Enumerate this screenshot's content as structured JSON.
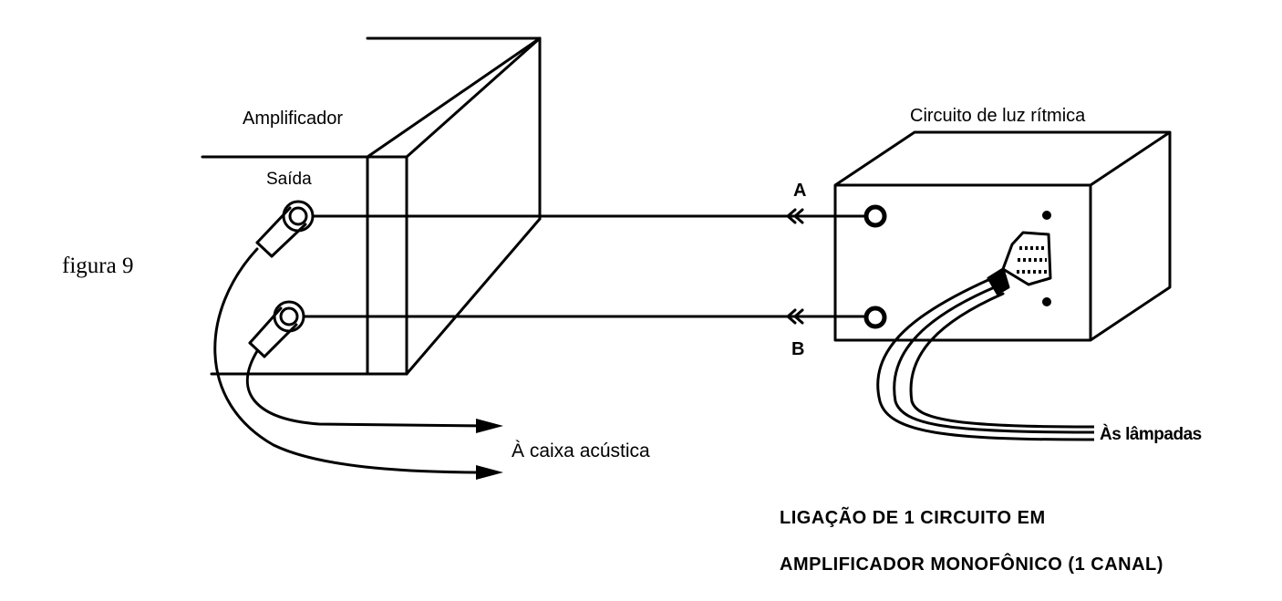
{
  "figure_label": "figura 9",
  "amplifier": {
    "title": "Amplificador",
    "output_label": "Saída"
  },
  "circuit": {
    "title": "Circuito de luz rítmica"
  },
  "connections": {
    "a_label": "A",
    "b_label": "B"
  },
  "destinations": {
    "speaker": "À caixa acústica",
    "lamps": "Às lâmpadas"
  },
  "caption": {
    "line1": "LIGAÇÃO DE 1 CIRCUITO EM",
    "line2": "AMPLIFICADOR MONOFÔNICO (1 CANAL)"
  }
}
